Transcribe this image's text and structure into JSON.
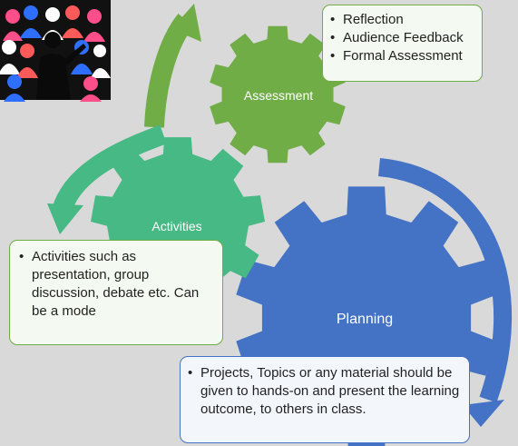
{
  "gears": {
    "assessment": {
      "label": "Assessment",
      "color": "#70ad47"
    },
    "activities": {
      "label": "Activities",
      "color": "#46b984"
    },
    "planning": {
      "label": "Planning",
      "color": "#4472c4"
    }
  },
  "arrows": {
    "green_arrow_color": "#70ad47",
    "teal_arrow_color": "#46b984",
    "blue_arrow_color": "#4472c4"
  },
  "notes": {
    "assessment": [
      "Reflection",
      "Audience Feedback",
      "Formal Assessment"
    ],
    "activities": [
      "Activities such as presentation, group discussion, debate etc. Can be a mode"
    ],
    "planning": [
      "Projects, Topics or any material should be given to hands-on  and present the learning outcome, to others in class."
    ]
  },
  "illustration": {
    "icon": "presenter-audience-illustration",
    "background": "#111111"
  }
}
